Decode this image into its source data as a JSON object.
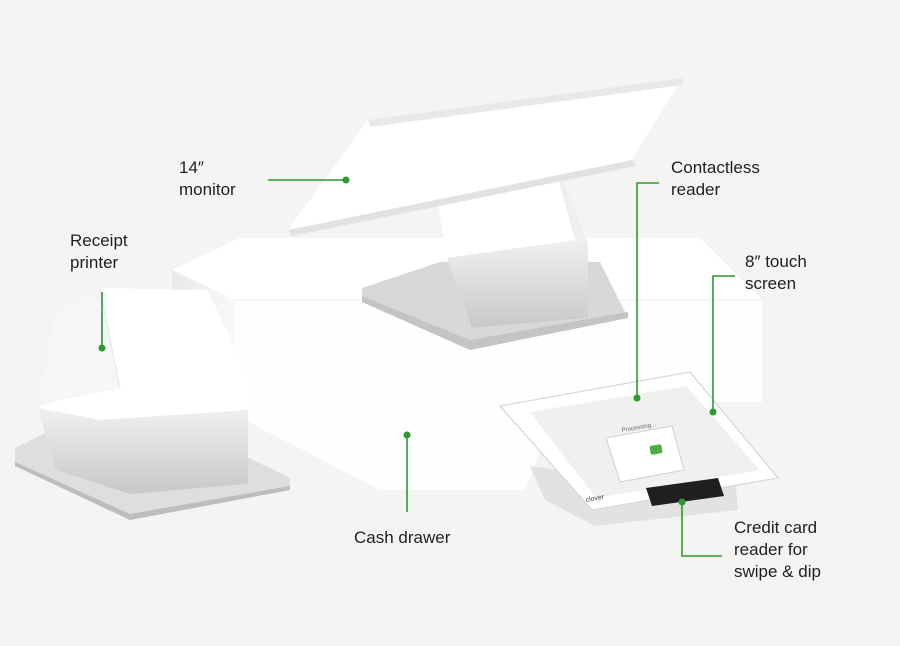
{
  "callouts": {
    "monitor": {
      "lines": [
        "14″",
        "monitor"
      ]
    },
    "contactless": {
      "lines": [
        "Contactless",
        "reader"
      ]
    },
    "receipt_printer": {
      "lines": [
        "Receipt",
        "printer"
      ]
    },
    "touch_screen": {
      "lines": [
        "8″ touch",
        "screen"
      ]
    },
    "cash_drawer": {
      "lines": [
        "Cash drawer"
      ]
    },
    "card_reader": {
      "lines": [
        "Credit card",
        "reader for",
        "swipe & dip"
      ]
    }
  },
  "device_screen": {
    "status_text": "Processing...",
    "brand_text": "clover"
  },
  "colors": {
    "accent": "#2e9a2e",
    "background": "#f4f4f3",
    "device_white": "#ffffff",
    "base_gray": "#dcdcdb"
  }
}
